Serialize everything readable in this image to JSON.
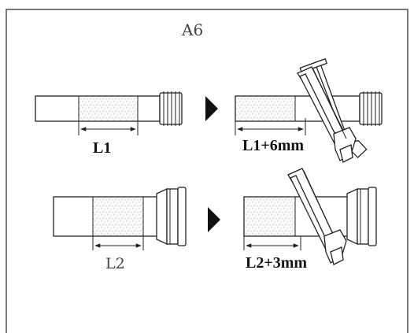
{
  "figure": {
    "title": "A6",
    "labels": {
      "top_left": "L1",
      "top_right": "L1+6mm",
      "bottom_left": "L2",
      "bottom_right": "L2+3mm"
    },
    "icons": {
      "arrow": "right-triangle-arrow",
      "saw": "hacksaw-icon"
    },
    "colors": {
      "stroke": "#222222",
      "frame": "#333333",
      "title": "#444444"
    }
  }
}
